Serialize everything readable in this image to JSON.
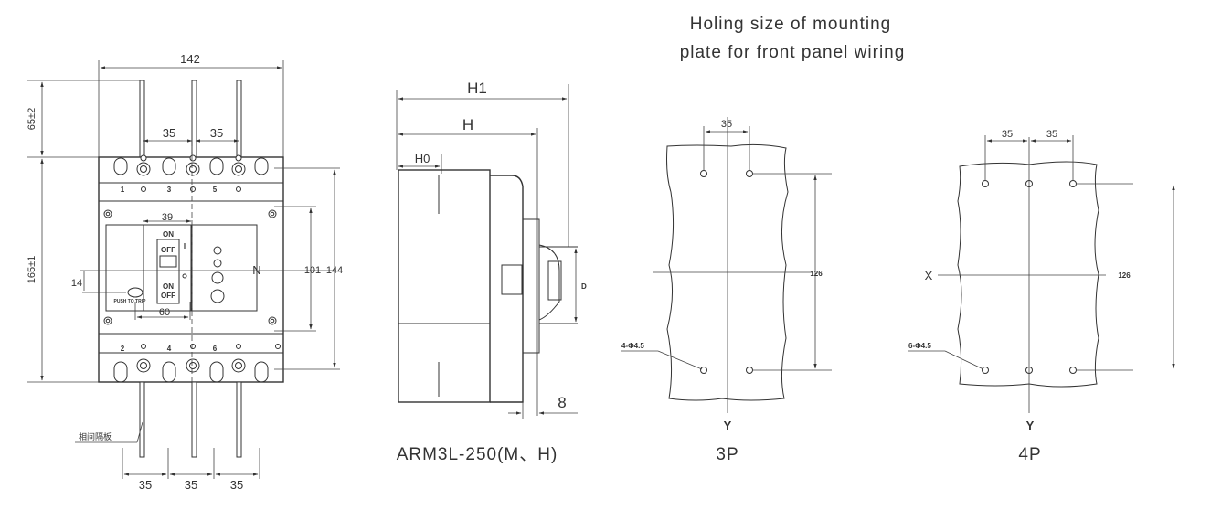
{
  "title": {
    "line1": "Holing size of mounting",
    "line2": "plate for front panel wiring"
  },
  "front_view": {
    "width_dim": "142",
    "pitch_top_1": "35",
    "pitch_top_2": "35",
    "top_extension": "65±2",
    "body_height": "165±1",
    "inner_height_1": "101",
    "inner_height_2": "144",
    "handle_width": "39",
    "handle_offset": "14",
    "handle_base": "60",
    "neutral_mark": "N",
    "terminal_top": [
      "1",
      "3",
      "5"
    ],
    "terminal_bottom": [
      "2",
      "4",
      "6"
    ],
    "switch_on_top": "ON",
    "switch_off": "OFF",
    "switch_on_bottom": "ON",
    "switch_off_bottom": "OFF",
    "switch_i": "I",
    "push_to_trip": "PUSH TO TRIP",
    "separator_label": "相间隔板",
    "pitch_bottom": [
      "35",
      "35",
      "35"
    ]
  },
  "side_view": {
    "h1": "H1",
    "h": "H",
    "h0": "H0",
    "d": "D",
    "depth_8": "8",
    "caption": "ARM3L-250(M、H)"
  },
  "plate_3p": {
    "pitch": "35",
    "height": "126",
    "hole_label": "4-Φ4.5",
    "axis_y": "Y",
    "caption": "3P"
  },
  "plate_4p": {
    "pitch_1": "35",
    "pitch_2": "35",
    "height": "126",
    "hole_label": "6-Φ4.5",
    "axis_x": "X",
    "axis_y": "Y",
    "caption": "4P"
  }
}
